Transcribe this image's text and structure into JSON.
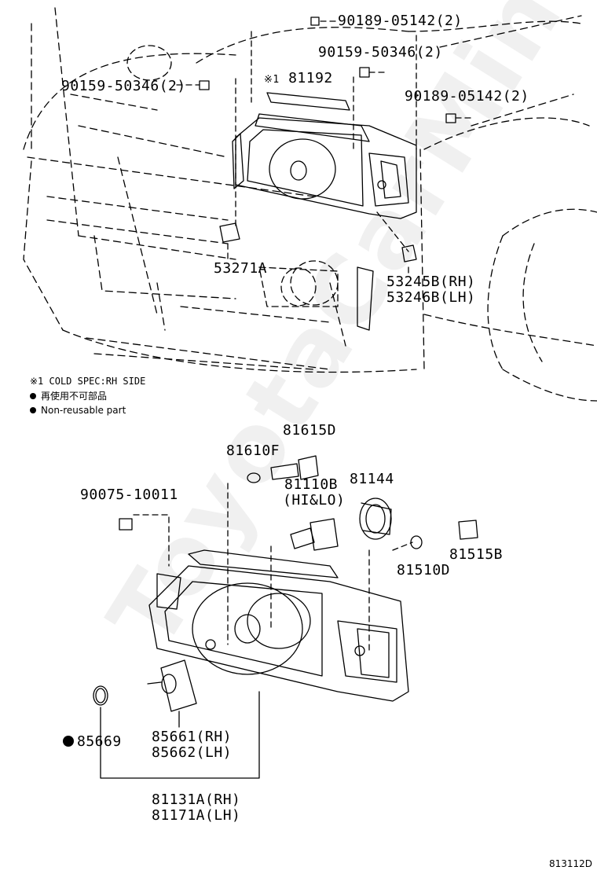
{
  "parts": {
    "p1": "90189-05142(2)",
    "p2": "90159-50346(2)",
    "p3": "90159-50346(2)",
    "p4_mark": "※1",
    "p4": "81192",
    "p5": "90189-05142(2)",
    "p6": "53271A",
    "p7a": "53245B(RH)",
    "p7b": "53246B(LH)",
    "p8": "81615D",
    "p9": "81610F",
    "p10a": "81110B",
    "p10b": "(HI&LO)",
    "p11": "81144",
    "p12": "90075-10011",
    "p13": "81515B",
    "p14": "81510D",
    "p15a": "85661(RH)",
    "p15b": "85662(LH)",
    "p16": "85669",
    "p17a": "81131A(RH)",
    "p17b": "81171A(LH)"
  },
  "notes": {
    "n1": "※1 COLD SPEC:RH SIDE",
    "n2": "再使用不可部品",
    "n3": "Non-reusable part"
  },
  "watermark": "ToyotaCarMine.ru",
  "ref_code": "813112D"
}
